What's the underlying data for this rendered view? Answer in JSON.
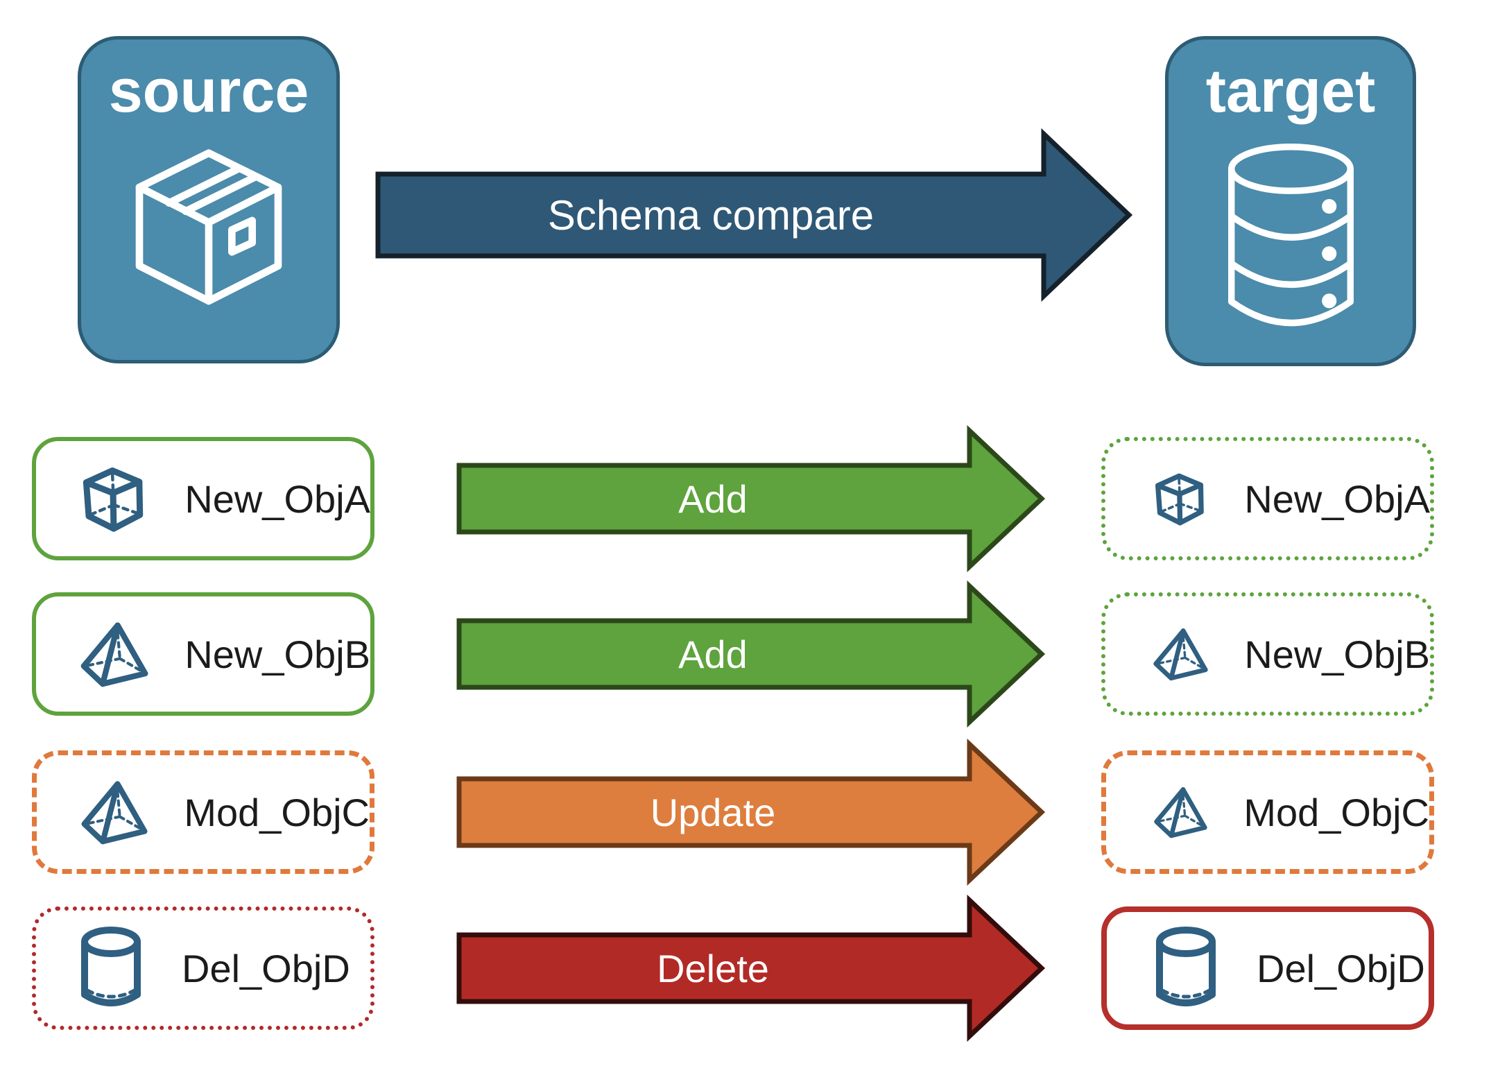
{
  "nodes": {
    "source": {
      "label": "source",
      "icon": "package-icon"
    },
    "target": {
      "label": "target",
      "icon": "database-icon"
    }
  },
  "schema_arrow": {
    "label": "Schema compare"
  },
  "rows": [
    {
      "left": {
        "label": "New_ObjA",
        "icon": "cube-icon",
        "border_style": "solid-green"
      },
      "arrow": {
        "label": "Add",
        "color": "#5ea33d"
      },
      "right": {
        "label": "New_ObjA",
        "icon": "cube-icon",
        "border_style": "dotted-green"
      }
    },
    {
      "left": {
        "label": "New_ObjB",
        "icon": "pyramid-icon",
        "border_style": "solid-green"
      },
      "arrow": {
        "label": "Add",
        "color": "#5ea33d"
      },
      "right": {
        "label": "New_ObjB",
        "icon": "pyramid-icon",
        "border_style": "dotted-green"
      }
    },
    {
      "left": {
        "label": "Mod_ObjC",
        "icon": "pyramid-icon",
        "border_style": "dashed-orange"
      },
      "arrow": {
        "label": "Update",
        "color": "#dd7e3e"
      },
      "right": {
        "label": "Mod_ObjC",
        "icon": "pyramid-icon",
        "border_style": "dashed-orange"
      }
    },
    {
      "left": {
        "label": "Del_ObjD",
        "icon": "cylinder-icon",
        "border_style": "dotted-red"
      },
      "arrow": {
        "label": "Delete",
        "color": "#b22a26"
      },
      "right": {
        "label": "Del_ObjD",
        "icon": "cylinder-icon",
        "border_style": "solid-red"
      }
    }
  ],
  "colors": {
    "node_fill": "#4b8bab",
    "node_border": "#2d5c74",
    "schema_arrow_fill": "#2e5876",
    "schema_arrow_outline": "#15212b",
    "add_green": "#5ea33d",
    "update_orange": "#dd7e3e",
    "delete_red": "#b22a26",
    "green_border": "#5ea33d",
    "orange_border": "#e0793b",
    "red_border": "#b2292a",
    "object_icon_blue": "#2f5f81",
    "label_text": "#1b1b1b",
    "title_text": "#ffffff"
  }
}
